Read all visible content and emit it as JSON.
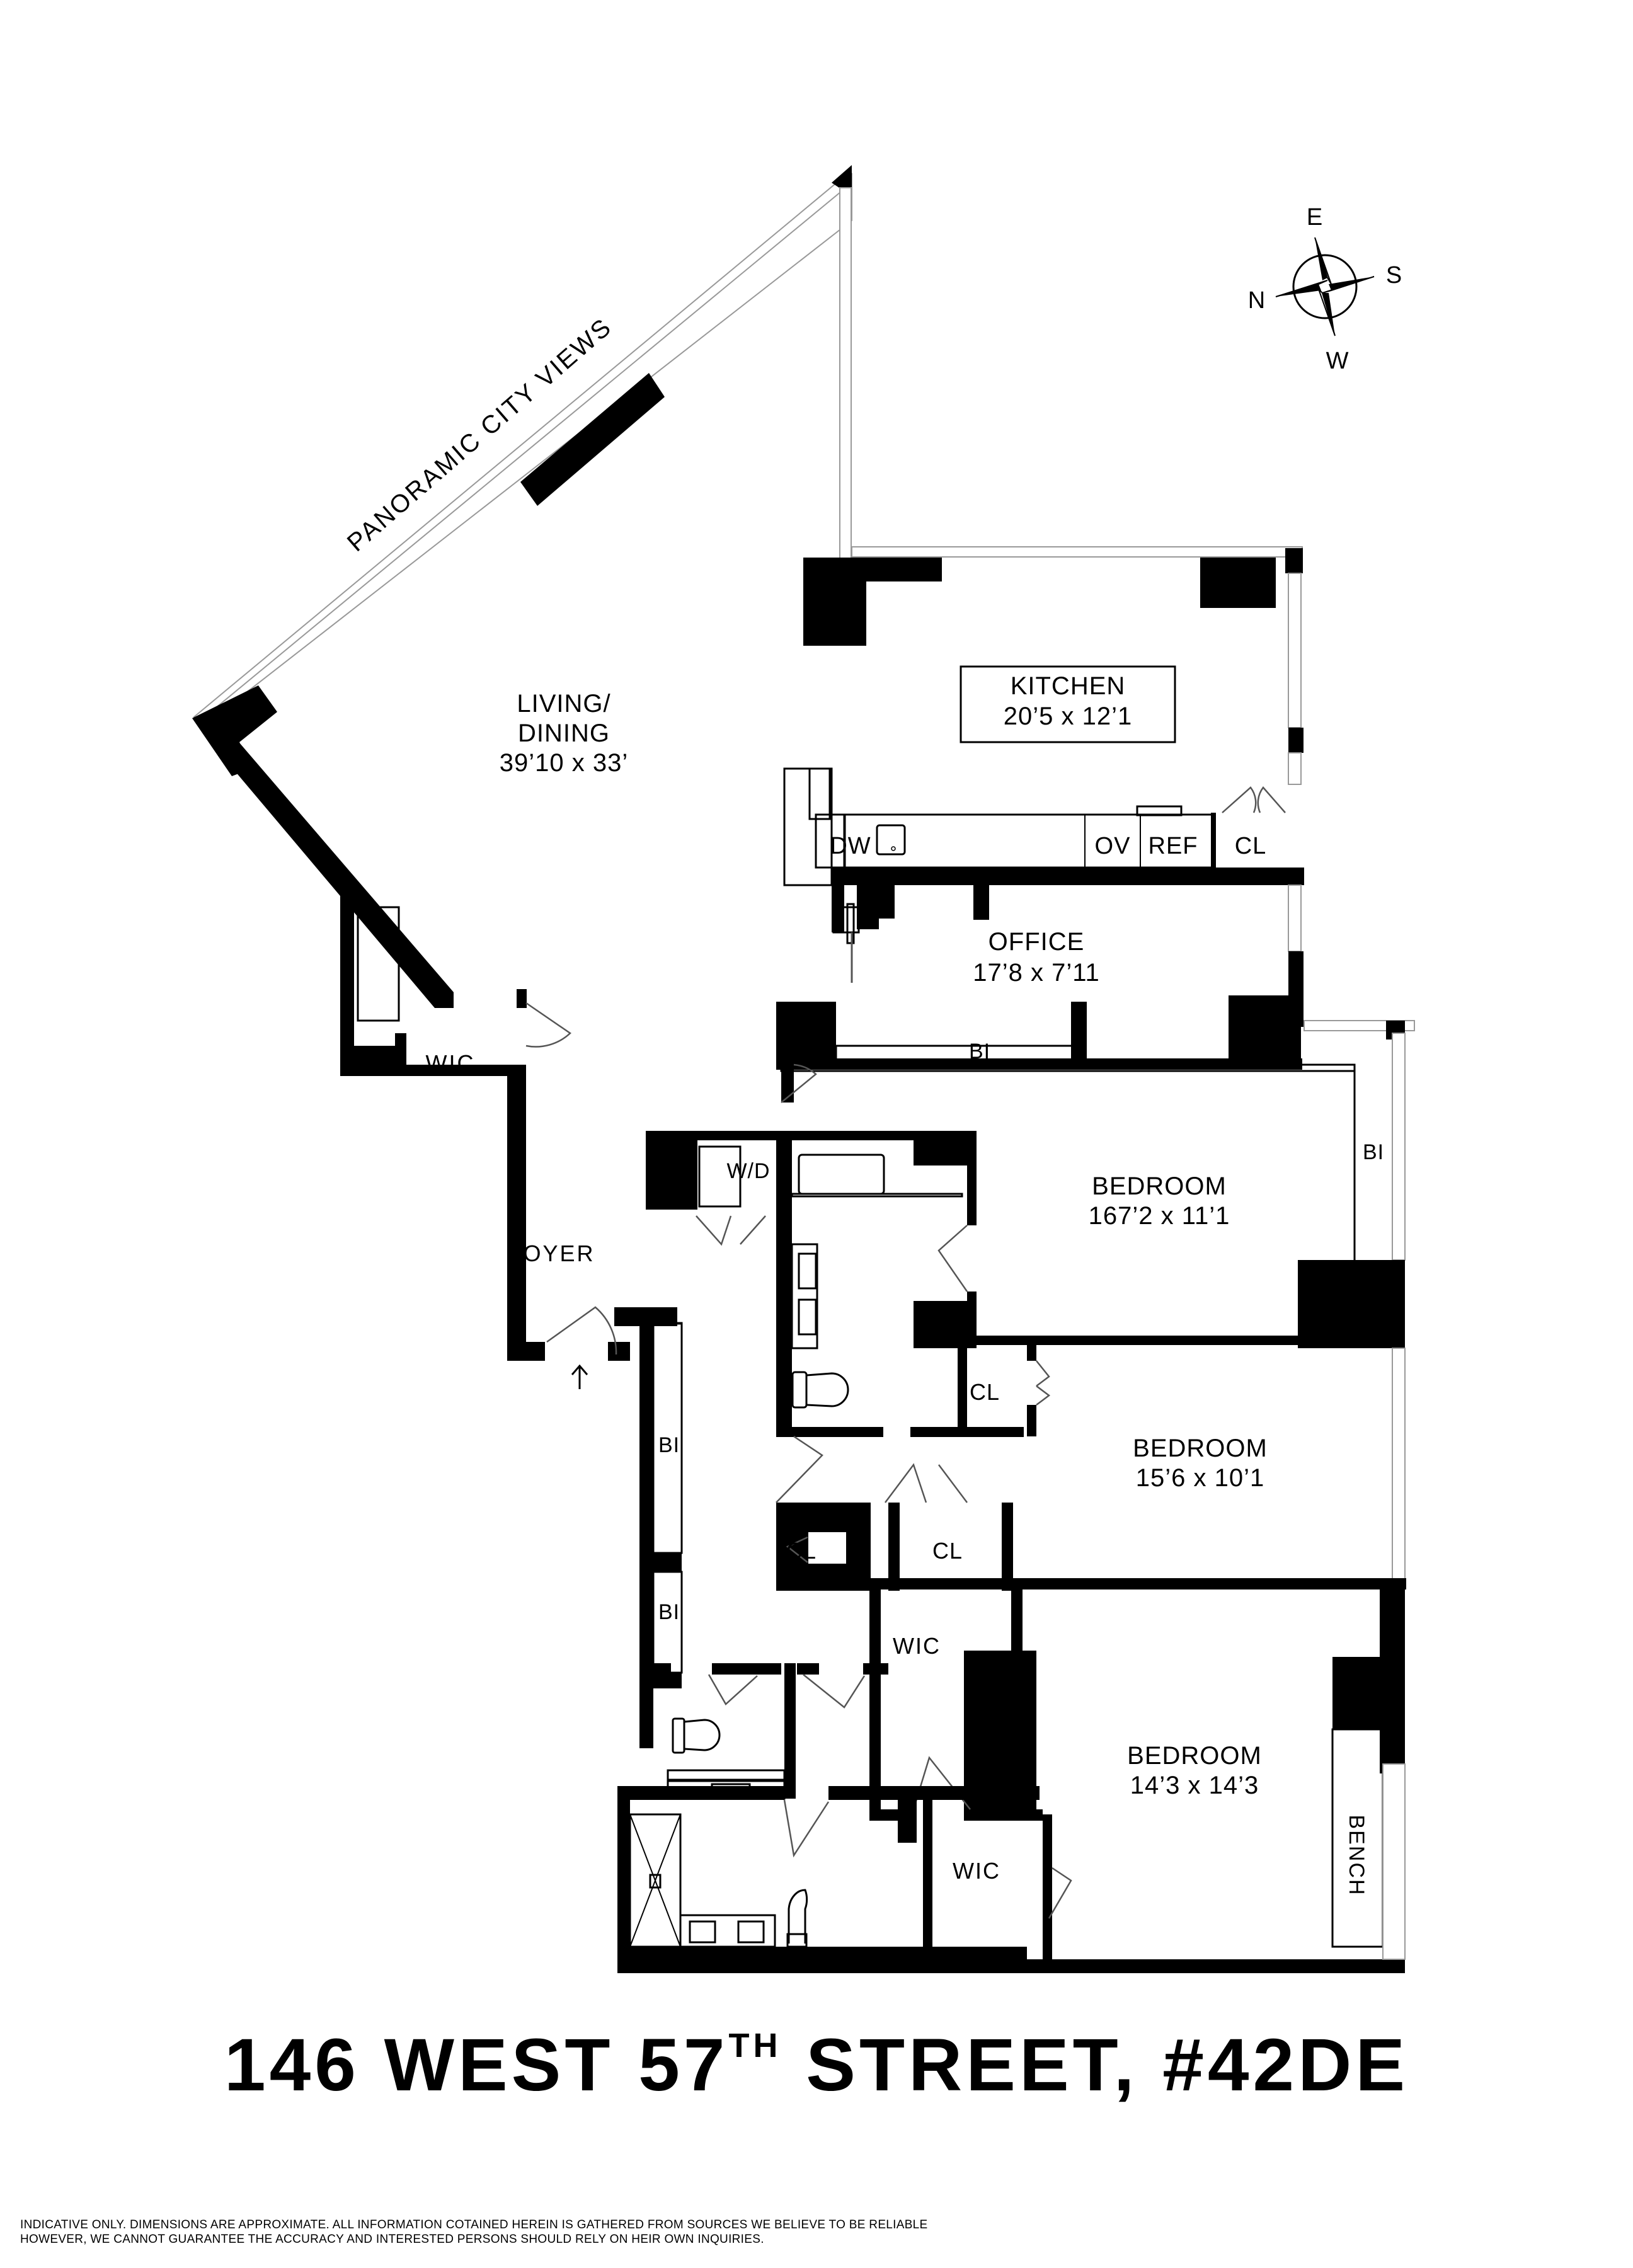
{
  "listing": {
    "address_main": "146 WEST 57",
    "address_sup": "TH",
    "address_tail": " STREET, #42DE"
  },
  "compass": {
    "north": "N",
    "east": "E",
    "south": "S",
    "west": "W"
  },
  "annotations": {
    "views": "PANORAMIC CITY VIEWS"
  },
  "rooms": {
    "living": {
      "name_line1": "LIVING/",
      "name_line2": "DINING",
      "dims": "39’10 x 33’"
    },
    "kitchen": {
      "name": "KITCHEN",
      "dims": "20’5 x 12’1"
    },
    "office": {
      "name": "OFFICE",
      "dims": "17’8 x 7’11"
    },
    "bedroom1": {
      "name": "BEDROOM",
      "dims": "167’2 x 11’1"
    },
    "bedroom2": {
      "name": "BEDROOM",
      "dims": "15’6 x 10’1"
    },
    "bedroom3": {
      "name": "BEDROOM",
      "dims": "14’3 x 14’3"
    },
    "foyer": {
      "name": "FOYER"
    }
  },
  "fixtures": {
    "dw": "DW",
    "ov": "OV",
    "ref": "REF",
    "kitchen_cl": "CL",
    "office_bi": "BI",
    "bed1_bi": "BI",
    "wic_living": "WIC",
    "wd": "W/D",
    "cl_bed2": "CL",
    "cl_hall": "CL",
    "cl_bed2_double": "CL",
    "bi_hall_1": "BI",
    "bi_hall_2": "BI",
    "wic_mid": "WIC",
    "wic_master": "WIC",
    "bench": "BENCH"
  },
  "disclaimer": {
    "line1": "INDICATIVE ONLY. DIMENSIONS ARE APPROXIMATE. ALL INFORMATION COTAINED HEREIN IS GATHERED FROM SOURCES WE BELIEVE TO BE RELIABLE",
    "line2": "HOWEVER, WE CANNOT GUARANTEE THE ACCURACY AND INTERESTED PERSONS SHOULD RELY ON HEIR OWN INQUIRIES."
  }
}
